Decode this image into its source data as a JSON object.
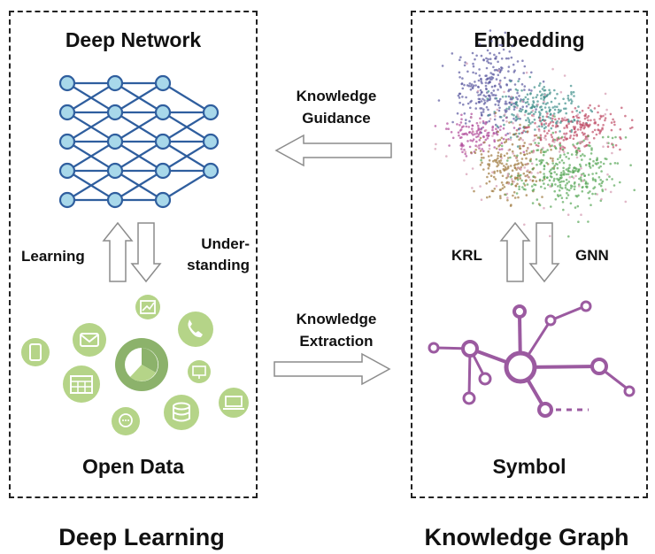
{
  "left_panel": {
    "title": "Deep Network",
    "learning": "Learning",
    "understanding": "Under-\nstanding",
    "bottom_label": "Open Data",
    "caption": "Deep Learning"
  },
  "right_panel": {
    "title": "Embedding",
    "krl": "KRL",
    "gnn": "GNN",
    "bottom_label": "Symbol",
    "caption": "Knowledge Graph"
  },
  "middle": {
    "top_arrow_label": "Knowledge\nGuidance",
    "bottom_arrow_label": "Knowledge\nExtraction"
  },
  "colors": {
    "network_stroke": "#2f5e9e",
    "network_fill": "#a8d8ea",
    "open_data_green": "#b5d488",
    "open_data_dark": "#8cb26b",
    "graph_purple": "#9b5aa0",
    "arrow_gray": "#8c8c8c"
  },
  "icons": [
    "phone-icon",
    "tablet-icon",
    "mail-icon",
    "chart-icon",
    "pie-chart-icon",
    "calendar-icon",
    "database-icon",
    "chat-icon",
    "laptop-icon",
    "presentation-icon"
  ]
}
